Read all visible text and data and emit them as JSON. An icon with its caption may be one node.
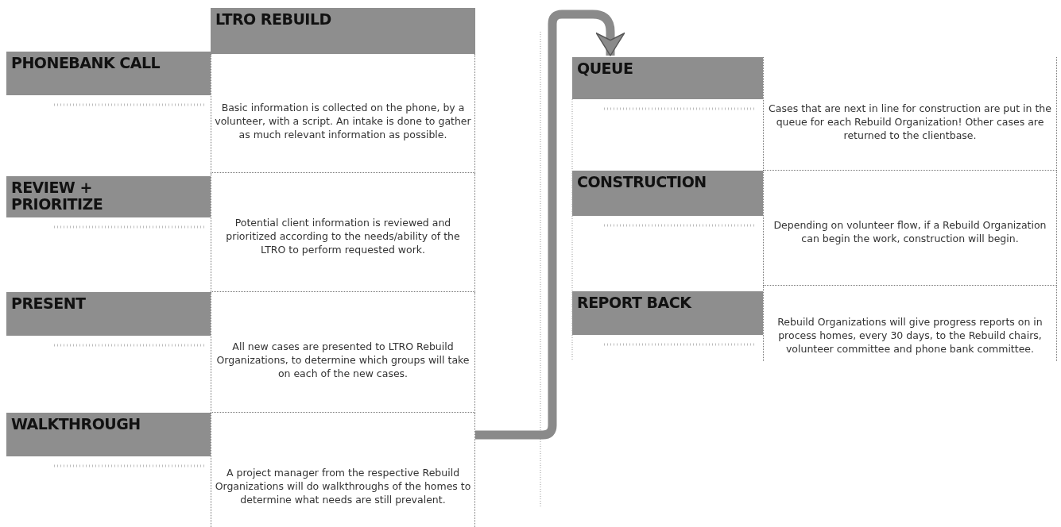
{
  "diagram": {
    "nodes": [
      {
        "text": [
          "LTRO REBUILD"
        ]
      },
      {
        "text": [
          "PHONEBANK CALL"
        ]
      },
      {
        "text": [
          "Basic information is collected on the phone, by a volunteer, with a script.  An intake is done to gather as much relevant information as possible."
        ]
      },
      {
        "text": [
          "REVIEW + PRIORITIZE"
        ]
      },
      {
        "text": [
          "Potential client information is reviewed and prioritized according to the needs/ability of the LTRO to perform requested work."
        ]
      },
      {
        "text": [
          "PRESENT"
        ]
      },
      {
        "text": [
          "All new cases are presented to LTRO Rebuild Organizations, to determine which groups will take on each of the new cases."
        ]
      },
      {
        "text": [
          "WALKTHROUGH"
        ]
      },
      {
        "text": [
          "A project manager from the respective Rebuild Organizations will do walkthroughs of the homes to determine what needs are still prevalent."
        ]
      },
      {
        "text": [
          "QUEUE"
        ]
      },
      {
        "text": [
          "Cases that are next in line for construction are put in the queue for each Rebuild Organization!  Other cases are returned to the clientbase."
        ]
      },
      {
        "text": [
          "CONSTRUCTION"
        ]
      },
      {
        "text": [
          "Depending on volunteer flow, if a Rebuild Organization can begin the work, construction will begin."
        ]
      },
      {
        "text": [
          "REPORT BACK"
        ]
      },
      {
        "text": [
          "Rebuild Organizations will give progress reports on in process homes, every 30 days, to the Rebuild chairs, volunteer committee and phone bank committee."
        ]
      }
    ],
    "edges": [
      {
        "from": 8,
        "to": 9,
        "arrow": "to"
      }
    ]
  }
}
